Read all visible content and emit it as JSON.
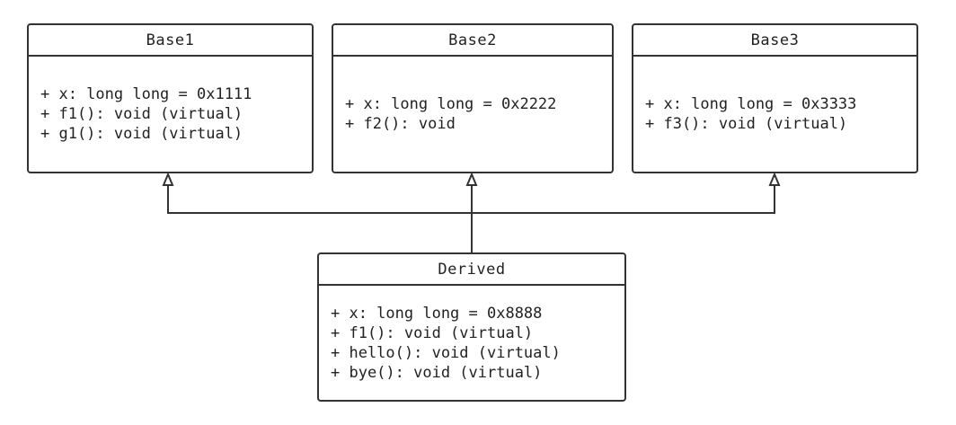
{
  "classes": {
    "base1": {
      "name": "Base1",
      "members": [
        "+ x: long long = 0x1111",
        "+ f1(): void (virtual)",
        "+ g1(): void (virtual)"
      ]
    },
    "base2": {
      "name": "Base2",
      "members": [
        "+ x: long long = 0x2222",
        "+ f2(): void"
      ]
    },
    "base3": {
      "name": "Base3",
      "members": [
        "+ x: long long = 0x3333",
        "+ f3(): void (virtual)"
      ]
    },
    "derived": {
      "name": "Derived",
      "members": [
        "+ x: long long = 0x8888",
        "+ f1(): void (virtual)",
        "+ hello(): void (virtual)",
        "+ bye(): void (virtual)"
      ]
    }
  },
  "relations": [
    {
      "type": "inheritance",
      "from": "Derived",
      "to": "Base1"
    },
    {
      "type": "inheritance",
      "from": "Derived",
      "to": "Base2"
    },
    {
      "type": "inheritance",
      "from": "Derived",
      "to": "Base3"
    }
  ],
  "colors": {
    "line": "#333333",
    "background": "#ffffff",
    "text": "#222222"
  }
}
